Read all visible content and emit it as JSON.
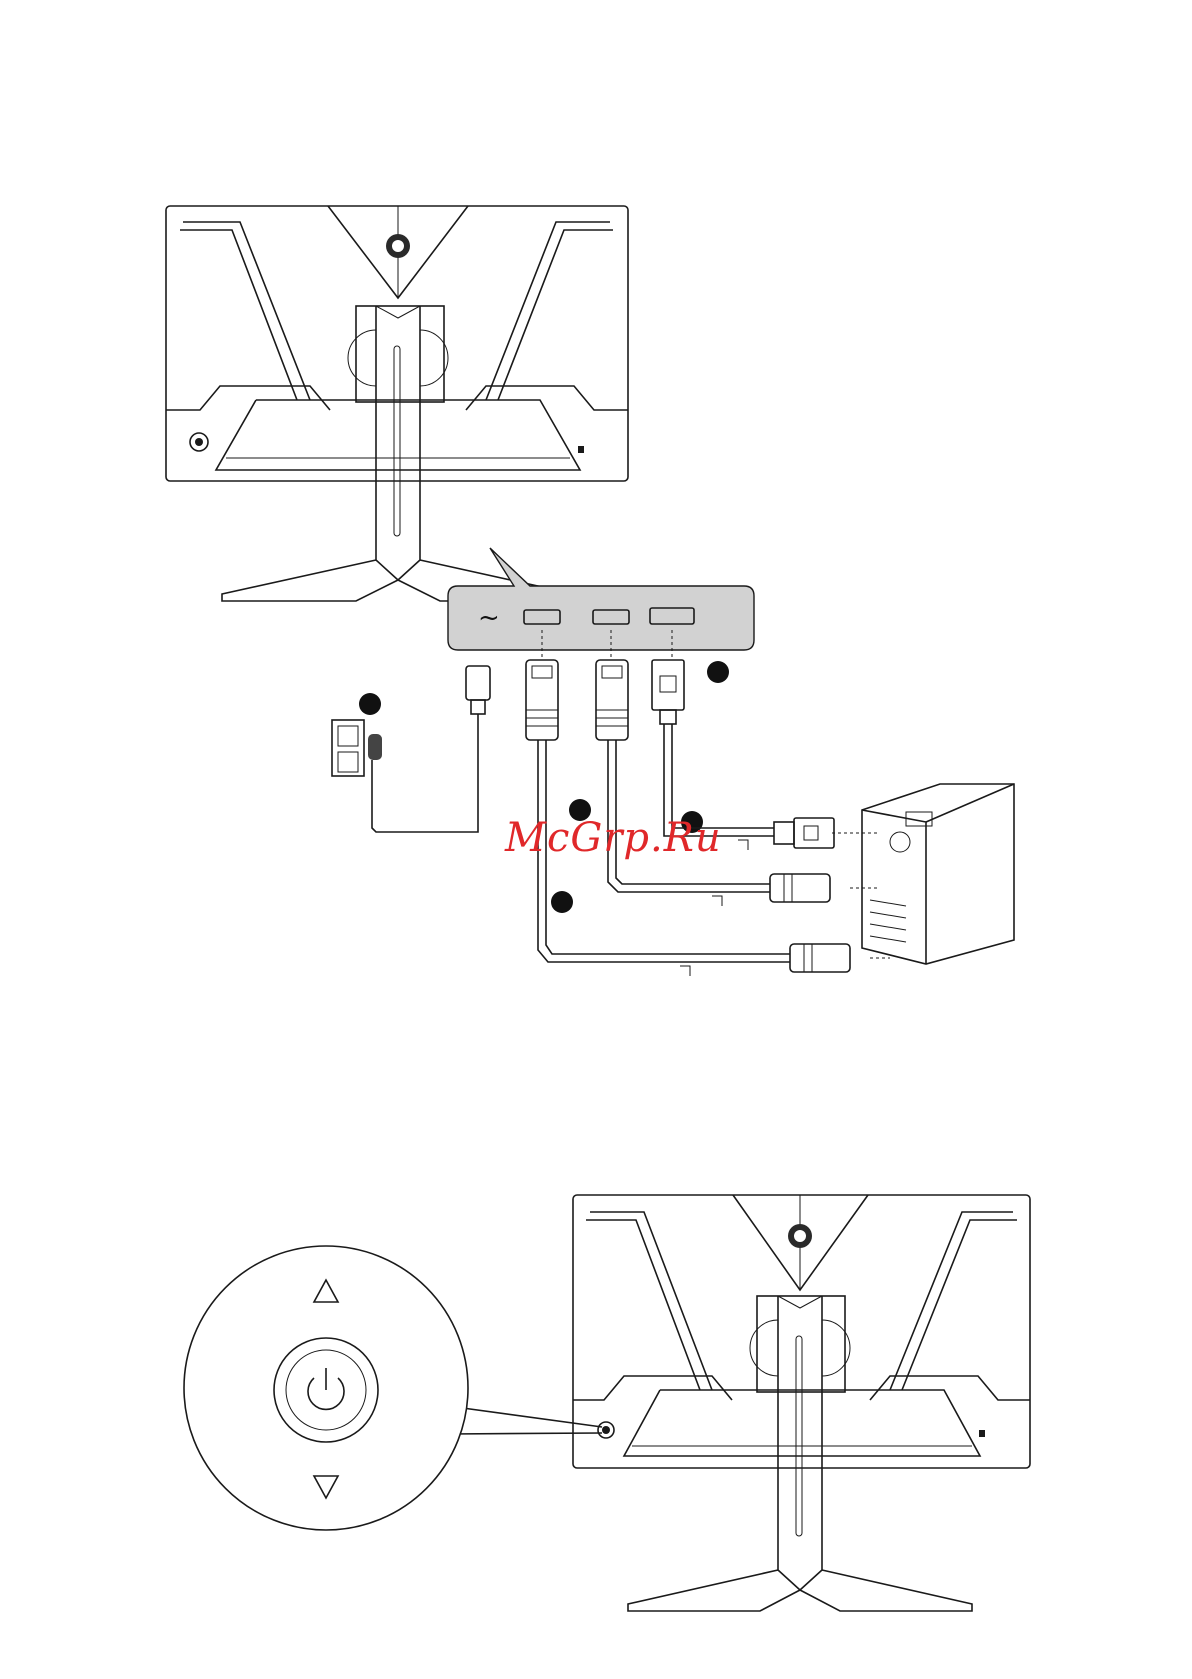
{
  "watermark": {
    "text": "McGrp.Ru",
    "color": "#e0282a"
  },
  "connection_diagram": {
    "ports": [
      {
        "name": "ac-power-in",
        "icon": "ac-tilde-icon"
      },
      {
        "name": "hdmi-port-1",
        "icon": "hdmi-port-icon"
      },
      {
        "name": "hdmi-port-2",
        "icon": "hdmi-port-icon"
      },
      {
        "name": "displayport",
        "icon": "displayport-icon"
      }
    ],
    "cables": [
      {
        "name": "power-cable",
        "icon": "power-plug-icon"
      },
      {
        "name": "hdmi-cable-1",
        "icon": "hdmi-connector-icon"
      },
      {
        "name": "hdmi-cable-2",
        "icon": "hdmi-connector-icon"
      },
      {
        "name": "dp-cable",
        "icon": "dp-connector-icon"
      }
    ],
    "panel_color": "#d2d2d2",
    "step_marker_color": "#111111"
  },
  "control_diagram": {
    "buttons": [
      {
        "name": "up",
        "icon": "triangle-up-icon"
      },
      {
        "name": "power",
        "icon": "power-icon"
      },
      {
        "name": "down",
        "icon": "triangle-down-icon"
      }
    ]
  }
}
